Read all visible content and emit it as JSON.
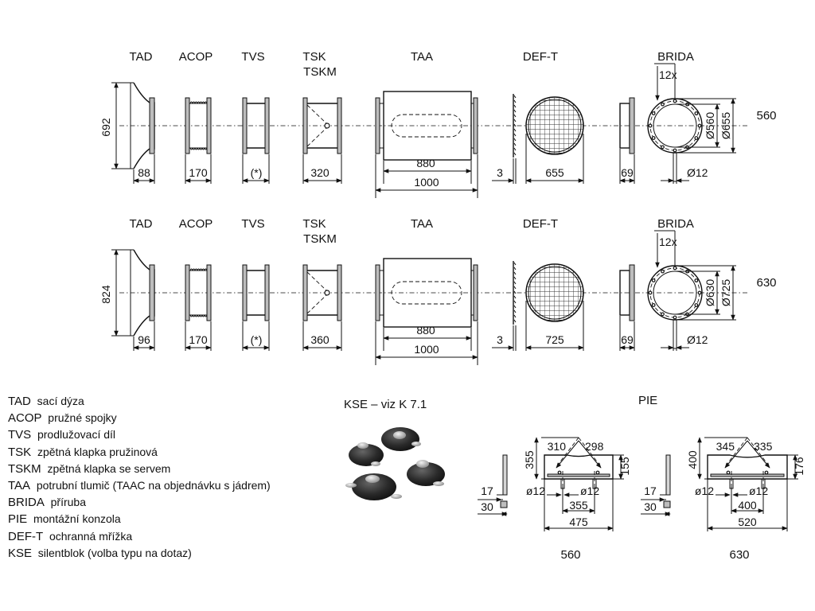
{
  "components": {
    "tad": "TAD",
    "acop": "ACOP",
    "tvs": "TVS",
    "tsk": "TSK",
    "tskm": "TSKM",
    "taa": "TAA",
    "deft": "DEF-T",
    "brida": "BRIDA"
  },
  "rows": [
    {
      "size": "560",
      "tad_height": "692",
      "tad_length": "88",
      "acop_length": "170",
      "tvs_length": "(*)",
      "tsk_length": "320",
      "taa_inner": "880",
      "taa_total": "1000",
      "deft_thickness": "3",
      "deft_diameter": "655",
      "flange_width": "69",
      "holes": "12x",
      "bolt_diameter": "Ø12",
      "inner_diameter": "Ø560",
      "outer_diameter": "Ø655"
    },
    {
      "size": "630",
      "tad_height": "824",
      "tad_length": "96",
      "acop_length": "170",
      "tvs_length": "(*)",
      "tsk_length": "360",
      "taa_inner": "880",
      "taa_total": "1000",
      "deft_thickness": "3",
      "deft_diameter": "725",
      "flange_width": "69",
      "holes": "12x",
      "bolt_diameter": "Ø12",
      "inner_diameter": "Ø630",
      "outer_diameter": "Ø725"
    }
  ],
  "legend": [
    {
      "code": "TAD",
      "text": "sací dýza"
    },
    {
      "code": "ACOP",
      "text": "pružné spojky"
    },
    {
      "code": "TVS",
      "text": "prodlužovací díl"
    },
    {
      "code": "TSK",
      "text": "zpětná klapka pružinová"
    },
    {
      "code": "TSKM",
      "text": "zpětná klapka se servem"
    },
    {
      "code": "TAA",
      "text": "potrubní tlumič (TAAC na objednávku s jádrem)"
    },
    {
      "code": "BRIDA",
      "text": "příruba"
    },
    {
      "code": "PIE",
      "text": "montážní konzola"
    },
    {
      "code": "DEF-T",
      "text": "ochranná mřížka"
    },
    {
      "code": "KSE",
      "text": "silentblok (volba typu na dotaz)"
    }
  ],
  "kse": {
    "title": "KSE – viz K 7.1"
  },
  "pie": {
    "title": "PIE",
    "brackets": [
      {
        "size": "560",
        "angle_left": "310",
        "angle_right": "298",
        "height": "355",
        "side_height": "155",
        "offset": "17",
        "base": "30",
        "hole_left": "ø12",
        "hole_right": "ø12",
        "hole_spacing": "355",
        "total": "475"
      },
      {
        "size": "630",
        "angle_left": "345",
        "angle_right": "335",
        "height": "400",
        "side_height": "176",
        "offset": "17",
        "base": "30",
        "hole_left": "ø12",
        "hole_right": "ø12",
        "hole_spacing": "400",
        "total": "520"
      }
    ]
  }
}
